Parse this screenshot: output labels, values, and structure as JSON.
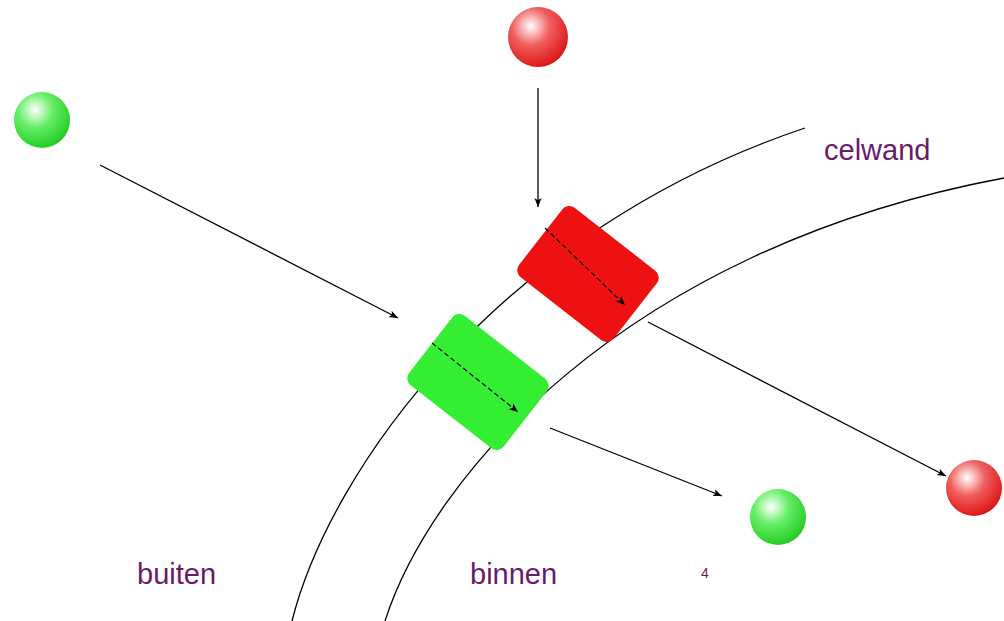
{
  "diagram": {
    "labels": [
      "celwand",
      "buiten",
      "binnen",
      "4"
    ]
  }
}
